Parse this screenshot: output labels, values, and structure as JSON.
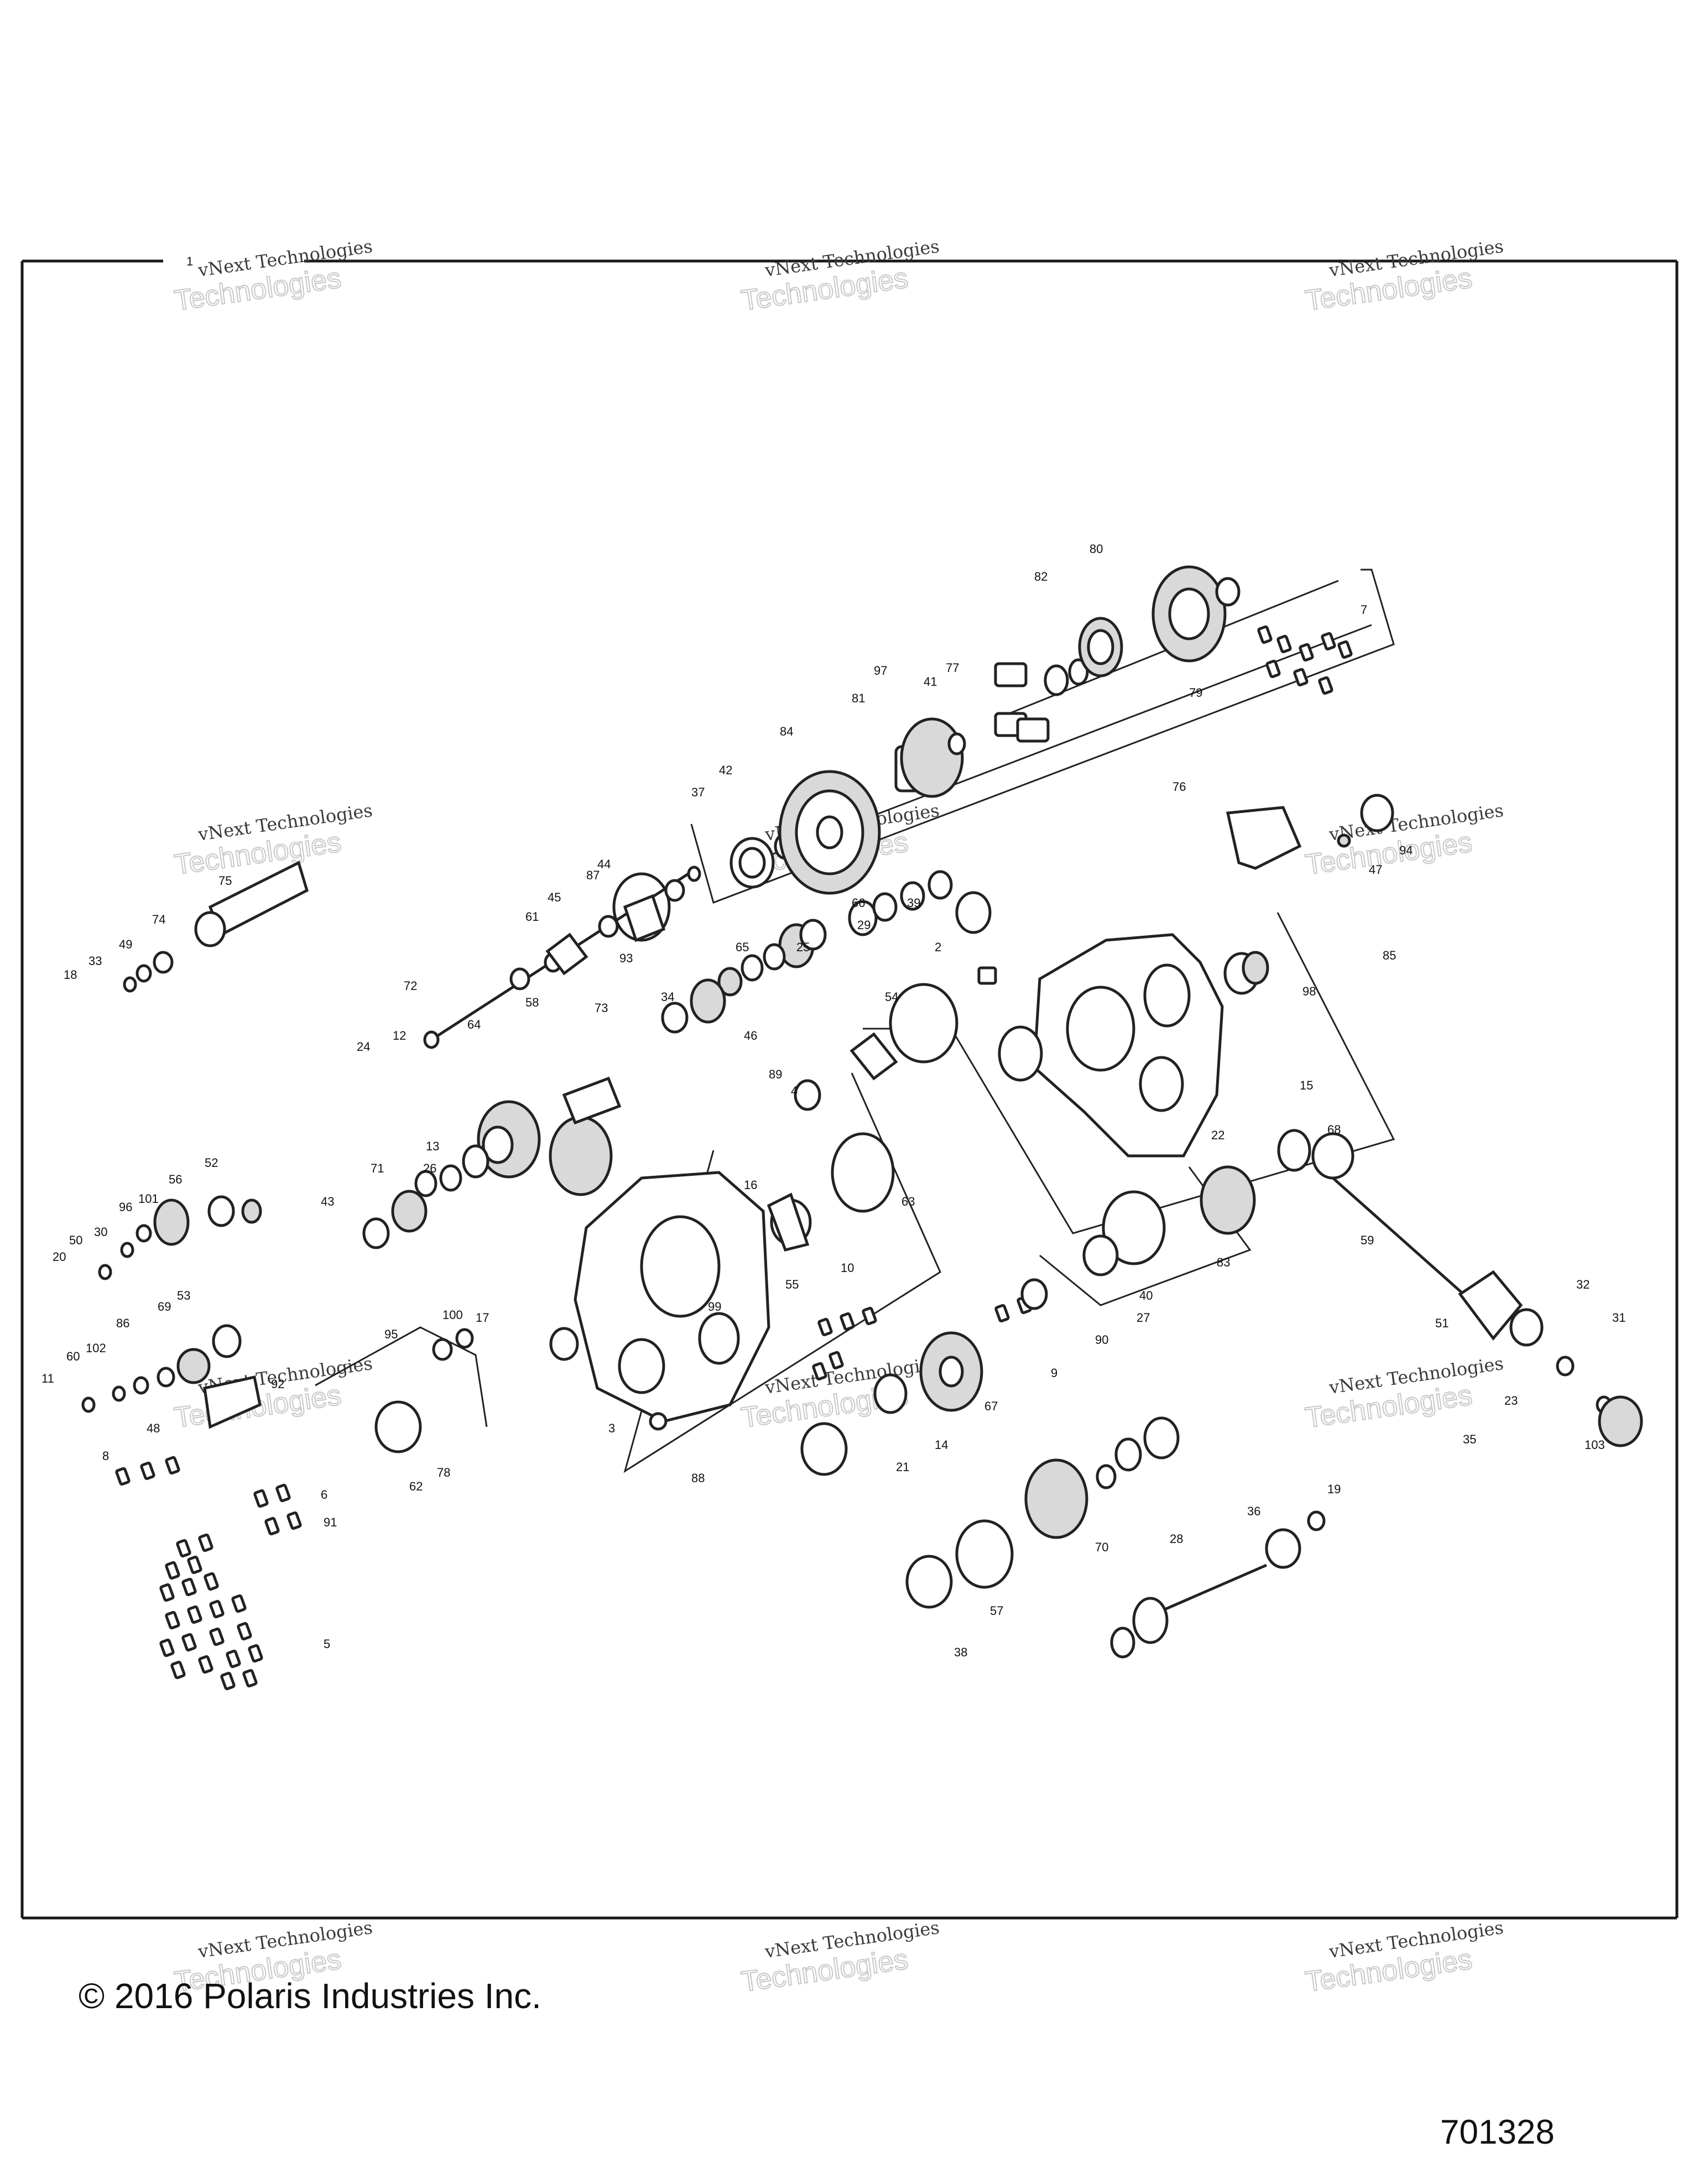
{
  "diagram": {
    "sheet_number": "1",
    "callouts": [
      "2",
      "3",
      "4",
      "5",
      "6",
      "7",
      "8",
      "9",
      "10",
      "11",
      "12",
      "13",
      "14",
      "15",
      "16",
      "17",
      "18",
      "19",
      "20",
      "21",
      "22",
      "23",
      "24",
      "25",
      "26",
      "27",
      "28",
      "29",
      "30",
      "31",
      "32",
      "33",
      "34",
      "35",
      "36",
      "37",
      "38",
      "39",
      "40",
      "41",
      "42",
      "43",
      "44",
      "45",
      "46",
      "47",
      "48",
      "49",
      "50",
      "51",
      "52",
      "53",
      "54",
      "55",
      "56",
      "57",
      "58",
      "59",
      "60",
      "61",
      "62",
      "63",
      "64",
      "65",
      "66",
      "67",
      "68",
      "69",
      "70",
      "71",
      "72",
      "73",
      "74",
      "75",
      "76",
      "77",
      "78",
      "79",
      "80",
      "81",
      "82",
      "83",
      "84",
      "85",
      "86",
      "87",
      "88",
      "89",
      "90",
      "91",
      "92",
      "93",
      "94",
      "95",
      "96",
      "97",
      "98",
      "99",
      "100",
      "101",
      "102",
      "103"
    ]
  },
  "watermark": {
    "line1": "vNext Technologies",
    "line2": "Technologies"
  },
  "footer": {
    "copyright": "© 2016 Polaris Industries Inc.",
    "document_number": "701328"
  },
  "colors": {
    "ink": "#222222",
    "watermark_outline": "#c8c8c8"
  }
}
